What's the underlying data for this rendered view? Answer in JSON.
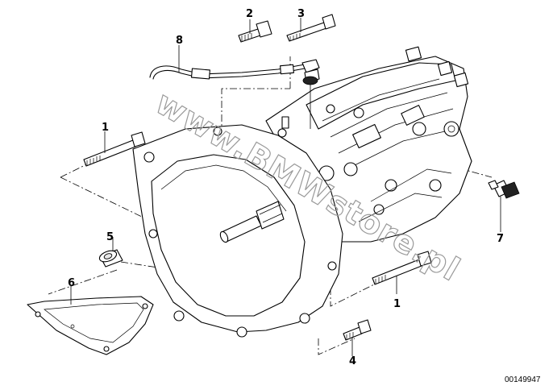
{
  "diagram": {
    "callouts": [
      {
        "id": "c1a",
        "label": "1"
      },
      {
        "id": "c2",
        "label": "2"
      },
      {
        "id": "c3",
        "label": "3"
      },
      {
        "id": "c8",
        "label": "8"
      },
      {
        "id": "c5",
        "label": "5"
      },
      {
        "id": "c6",
        "label": "6"
      },
      {
        "id": "c7",
        "label": "7"
      },
      {
        "id": "c1b",
        "label": "1"
      },
      {
        "id": "c4",
        "label": "4"
      }
    ],
    "watermark": "www.BMWstore.pl",
    "document_id": "00149947"
  }
}
